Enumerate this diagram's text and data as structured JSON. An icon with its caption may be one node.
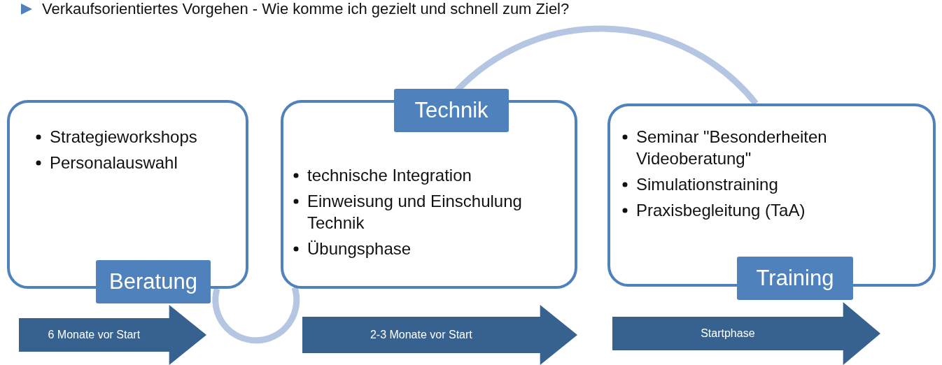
{
  "diagram": {
    "title": "Verkaufsorientiertes Vorgehen - Wie komme ich gezielt und schnell zum Ziel?",
    "nodes": [
      {
        "text": [
          "Strategieworkshops",
          "Personalauswahl",
          "Beratung"
        ]
      },
      {
        "text": [
          "Technik",
          "technische Integration",
          "Einweisung und Einschulung Technik",
          "Übungsphase"
        ]
      },
      {
        "text": [
          "Seminar \"Besonderheiten Videoberatung\"",
          "Simulationstraining",
          "Praxisbegleitung (TaA)",
          "Training"
        ]
      },
      {
        "text": [
          "6 Monate vor Start"
        ]
      },
      {
        "text": [
          "2-3  Monate vor Start"
        ]
      },
      {
        "text": [
          "Startphase"
        ]
      }
    ],
    "edges": [
      {
        "from": 0,
        "to": 1,
        "arrow": "none"
      },
      {
        "from": 1,
        "to": 2,
        "arrow": "none"
      }
    ]
  }
}
